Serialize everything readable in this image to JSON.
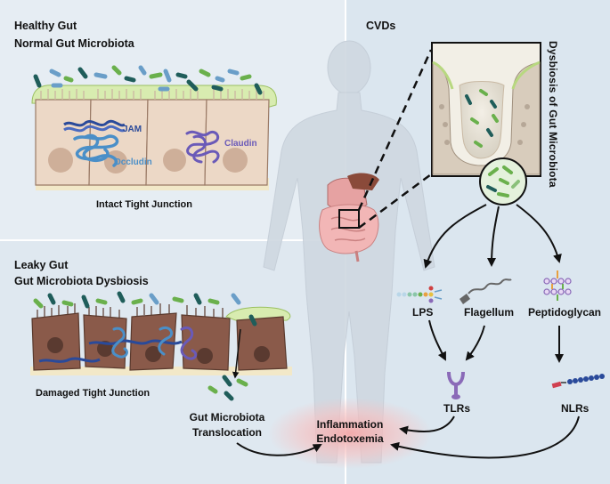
{
  "panels": {
    "healthy": {
      "title": "Healthy Gut",
      "subtitle": "Normal Gut Microbiota",
      "caption": "Intact Tight Junction"
    },
    "leaky": {
      "title": "Leaky Gut",
      "subtitle": "Gut Microbiota Dysbiosis",
      "caption": "Damaged Tight Junction"
    },
    "cvd": {
      "title": "CVDs",
      "dysbiosis": "Dysbiosis of Gut Microbiota"
    }
  },
  "proteins": {
    "jam": "JAM",
    "occludin": "Occludin",
    "claudin": "Claudin"
  },
  "components": {
    "lps": "LPS",
    "flagellum": "Flagellum",
    "peptidoglycan": "Peptidoglycan"
  },
  "receptors": {
    "tlrs": "TLRs",
    "nlrs": "NLRs"
  },
  "translocation": {
    "line1": "Gut Microbiota",
    "line2": "Translocation"
  },
  "outcome": {
    "line1": "Inflammation",
    "line2": "Endotoxemia"
  },
  "colors": {
    "background": "#dde6ee",
    "cell": "#ecd8c6",
    "damaged_cell": "#8a5a4a",
    "mucus": "#d8ecb0",
    "occludin": "#4a8fc8",
    "claudin": "#6a5ab8",
    "jam": "#2a4a9a",
    "bacteria_dark": "#1f5d5a",
    "bacteria_green": "#6ab04c",
    "bacteria_blue": "#6a9ec8",
    "inflammation_glow": "#f4a8a8"
  }
}
